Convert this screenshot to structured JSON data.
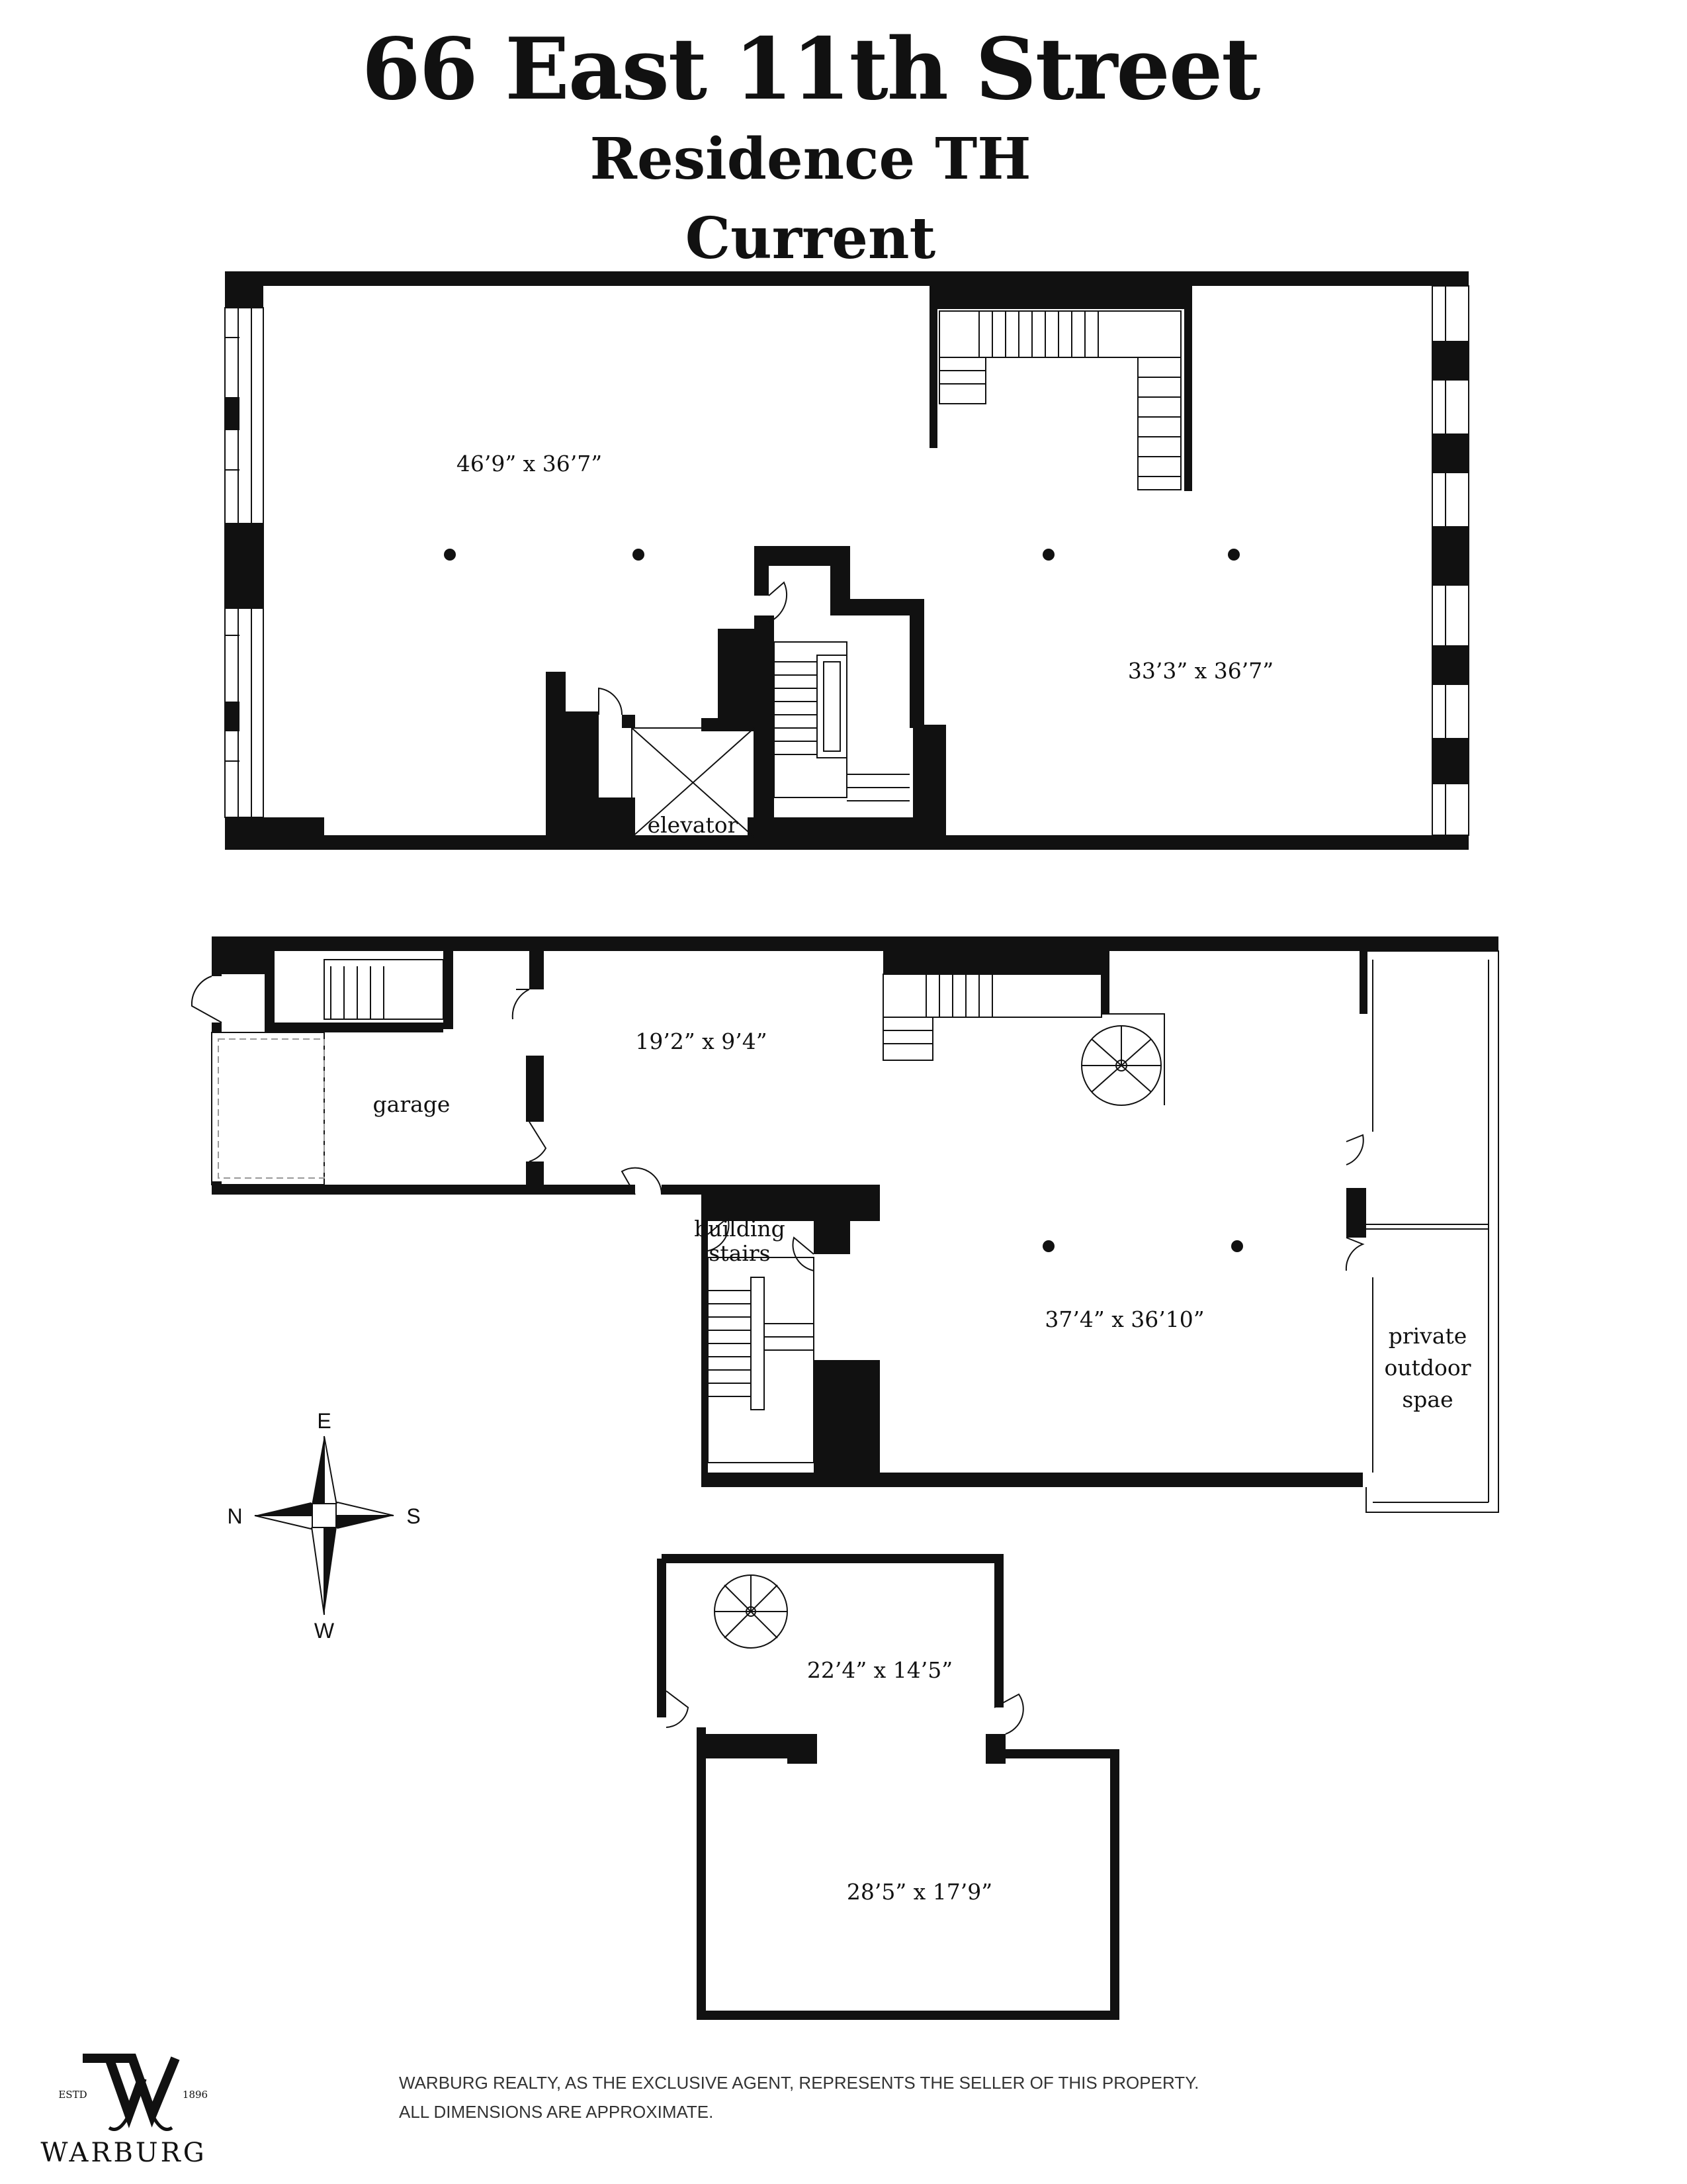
{
  "header": {
    "address": "66 East 11th Street",
    "residence": "Residence TH",
    "status": "Current"
  },
  "floor_plan": {
    "upper_level": {
      "rooms": [
        {
          "dimensions": "46’9” x 36’7”"
        },
        {
          "dimensions": "33’3” x 36’7”"
        },
        {
          "name": "elevator"
        }
      ]
    },
    "main_level": {
      "rooms": [
        {
          "name": "garage"
        },
        {
          "dimensions": "19’2” x 9’4”"
        },
        {
          "name": "building stairs",
          "lines": [
            "building",
            "stairs"
          ]
        },
        {
          "dimensions": "37’4” x 36’10”"
        },
        {
          "name": "private outdoor spae",
          "lines": [
            "private",
            "outdoor",
            "spae"
          ]
        }
      ]
    },
    "lower_level": {
      "rooms": [
        {
          "dimensions": "22’4” x 14’5”"
        },
        {
          "dimensions": "28’5” x 17’9”"
        }
      ]
    }
  },
  "compass": {
    "north": "N",
    "south": "S",
    "east": "E",
    "west": "W"
  },
  "brand": {
    "name": "WARBURG",
    "estd_left": "ESTD",
    "estd_right": "1896"
  },
  "footer": {
    "line1": "WARBURG REALTY, AS THE EXCLUSIVE AGENT, REPRESENTS THE SELLER OF THIS PROPERTY.",
    "line2": "ALL DIMENSIONS ARE APPROXIMATE."
  }
}
